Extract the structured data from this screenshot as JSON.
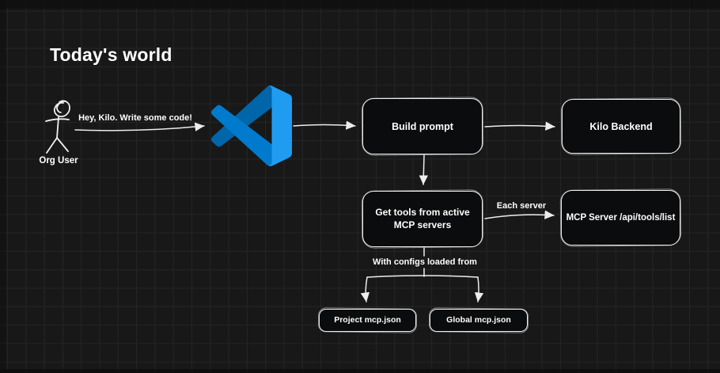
{
  "meta": {
    "canvas_bg": "#181818",
    "grid_color": "#242526",
    "node_fill": "#0b0c0d",
    "stroke_color": "#ededed",
    "text_color": "#ffffff"
  },
  "title": "Today's world",
  "actor": {
    "label": "Org User",
    "icon": "stick-figure-icon"
  },
  "vscode": {
    "icon": "vscode-logo-icon",
    "colors": {
      "dark_blue": "#0065A9",
      "mid_blue": "#007ACC",
      "bright_blue": "#1F9CF0"
    }
  },
  "nodes": {
    "build_prompt": "Build prompt",
    "kilo_backend": "Kilo Backend",
    "get_tools": "Get tools from active MCP servers",
    "mcp_server": "MCP Server /api/tools/list",
    "project_mcp": "Project mcp.json",
    "global_mcp": "Global mcp.json"
  },
  "edge_labels": {
    "user_request": "Hey, Kilo. Write some code!",
    "each_server": "Each server",
    "with_configs": "With configs loaded from"
  }
}
